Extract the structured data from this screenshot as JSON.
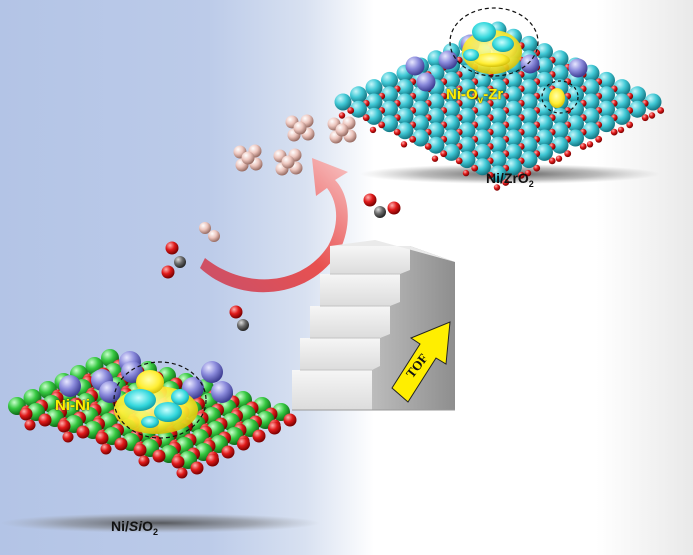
{
  "labels": {
    "ni_zro2": {
      "prefix": "Ni/ZrO",
      "sub": "2"
    },
    "ni_sio2": {
      "prefix": "Ni/",
      "italic": "Si",
      "rest": "O",
      "sub": "2"
    },
    "site_zr": {
      "a": "Ni-O",
      "sub": "v",
      "b": "-Zr"
    },
    "site_ni": "Ni-Ni",
    "tof": "TOF"
  },
  "colors": {
    "zr": "#3ec9d6",
    "ni": "#8c8cdc",
    "o": "#e01c1c",
    "si": "#39c944",
    "c": "#6b6b6b",
    "h": "#eec7bf",
    "iso_yellow": "#ffee33",
    "iso_cyan": "#33d7dc",
    "arrow_red": "#dc3c3c",
    "arrow_tof": "#ffee00"
  }
}
